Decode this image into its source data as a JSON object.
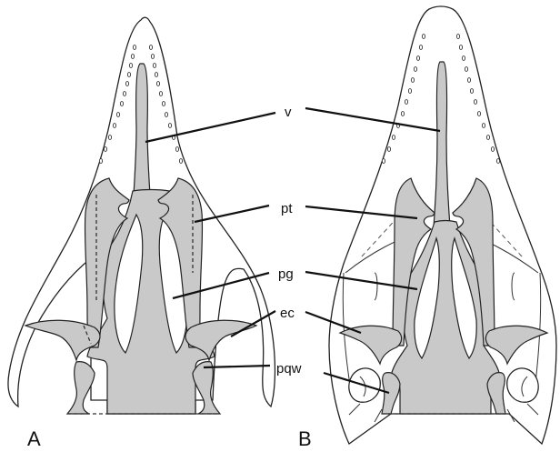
{
  "labels": {
    "v": "v",
    "pt": "pt",
    "pg": "pg",
    "ec": "ec",
    "pqw": "pqw"
  },
  "panels": {
    "a": "A",
    "b": "B"
  },
  "colors": {
    "bone_fill": "#c9c9c9",
    "outline": "#222222",
    "background": "#ffffff"
  }
}
